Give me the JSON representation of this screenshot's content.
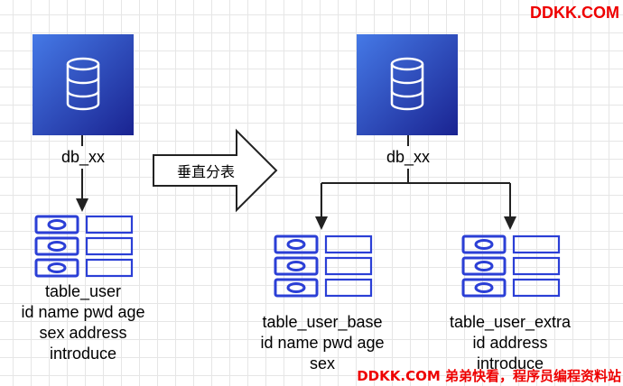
{
  "watermark": {
    "top": "DDKK.COM",
    "bottom": "DDKK.COM 弟弟快看，程序员编程资料站"
  },
  "left": {
    "db_label": "db_xx",
    "table": {
      "name": "table_user",
      "fields_line1": "id name pwd age",
      "fields_line2": "sex address",
      "fields_line3": "introduce"
    }
  },
  "transition": {
    "label": "垂直分表"
  },
  "right": {
    "db_label": "db_xx",
    "table_base": {
      "name": "table_user_base",
      "fields_line1": "id name pwd age",
      "fields_line2": "sex"
    },
    "table_extra": {
      "name": "table_user_extra",
      "fields_line1": "id  address",
      "fields_line2": "introduce"
    }
  },
  "colors": {
    "db_gradient_top": "#3f6fe0",
    "db_gradient_bottom": "#1c2596",
    "table_stroke": "#2b3fd6",
    "arrow_fill": "#ffffff",
    "line": "#222222",
    "watermark": "#ee0000"
  },
  "icons": [
    "database-icon",
    "table-icon",
    "arrow-right-icon"
  ]
}
